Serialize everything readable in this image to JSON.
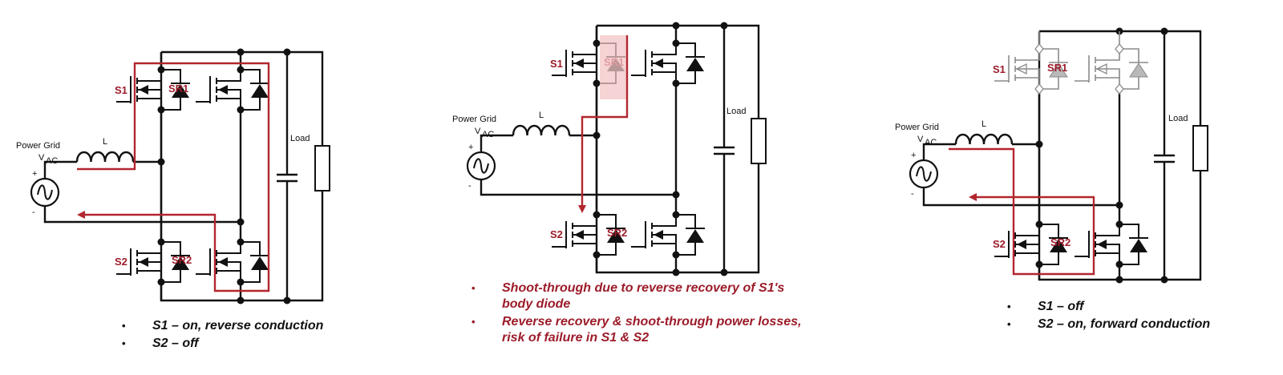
{
  "colors": {
    "wire": "#111111",
    "current_path": "#b3262e",
    "switch_label": "#9c1c2a",
    "highlight": "#f3c4c6",
    "inactive": "#8a8a8a"
  },
  "panels": [
    {
      "id": "panel-1",
      "source_label": "Power Grid",
      "source_symbol": "V",
      "source_subscript": "AC",
      "plus_sign": "+",
      "minus_sign": "-",
      "inductor_label": "L",
      "load_label": "Load",
      "switches": {
        "s1": "S1",
        "sr1": "SR1",
        "s2": "S2",
        "sr2": "SR2"
      },
      "notes": [
        "S1 – on, reverse conduction",
        "S2 – off"
      ]
    },
    {
      "id": "panel-2",
      "source_label": "Power Grid",
      "source_symbol": "V",
      "source_subscript": "AC",
      "plus_sign": "+",
      "minus_sign": "-",
      "inductor_label": "L",
      "load_label": "Load",
      "switches": {
        "s1": "S1",
        "sr1": "SR1",
        "s2": "S2",
        "sr2": "SR2"
      },
      "notes": [
        "Shoot-through due to reverse recovery of S1's body diode",
        "Reverse recovery & shoot-through power losses, risk of failure in S1 & S2"
      ]
    },
    {
      "id": "panel-3",
      "source_label": "Power Grid",
      "source_symbol": "V",
      "source_subscript": "AC",
      "plus_sign": "+",
      "minus_sign": "-",
      "inductor_label": "L",
      "load_label": "Load",
      "switches": {
        "s1": "S1",
        "sr1": "SR1",
        "s2": "S2",
        "sr2": "SR2"
      },
      "notes": [
        "S1 – off",
        "S2 – on, forward conduction"
      ]
    }
  ]
}
